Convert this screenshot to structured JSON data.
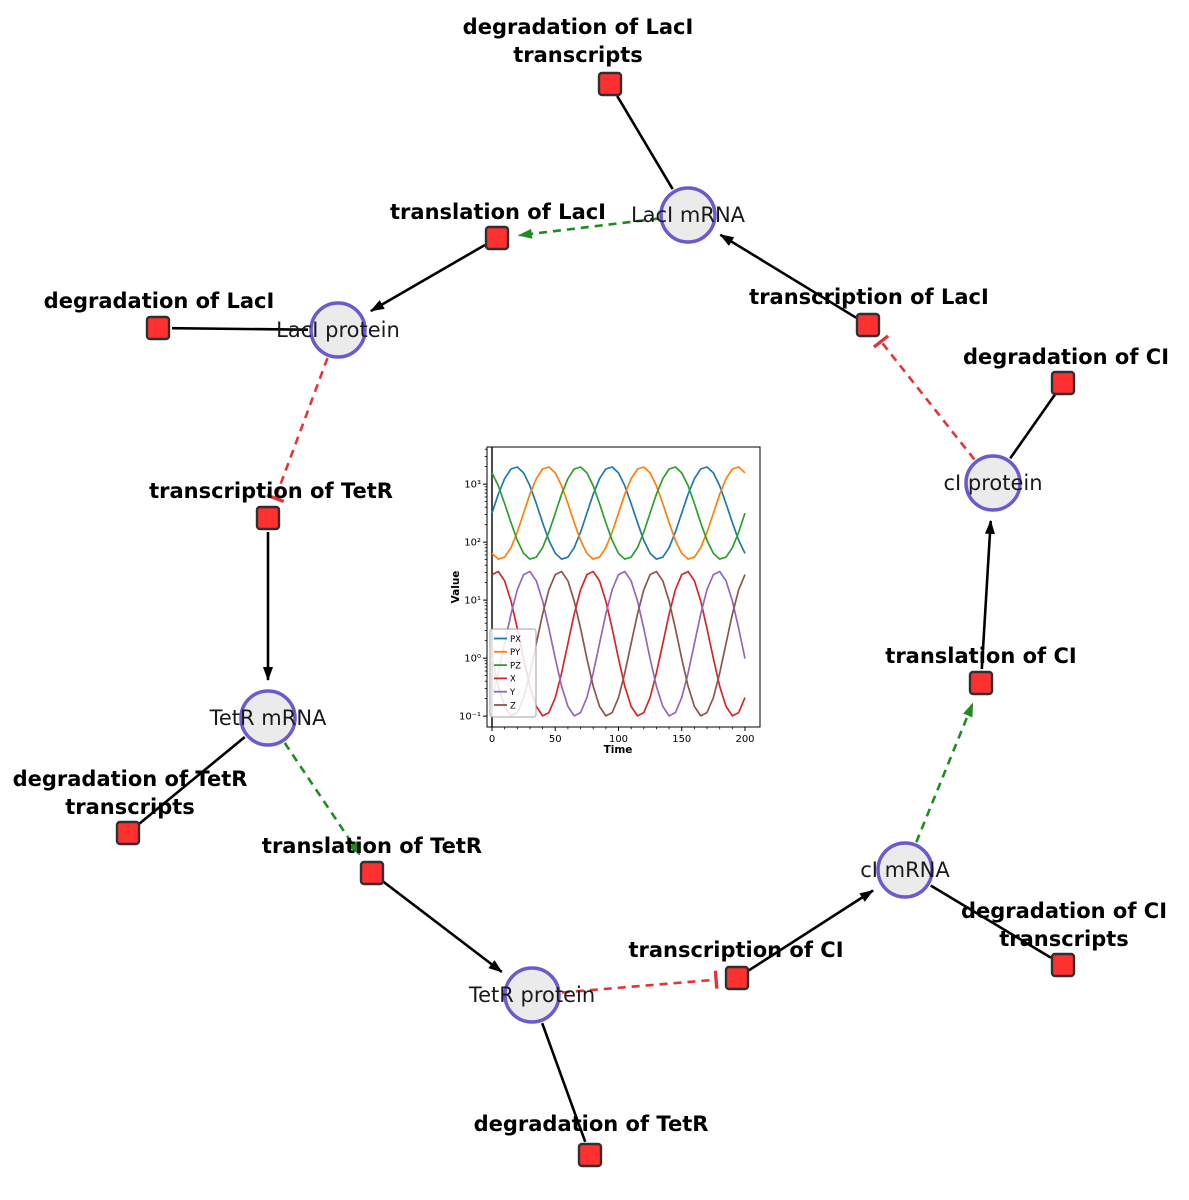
{
  "network": {
    "species": [
      {
        "id": "laci_mrna",
        "label": "LacI mRNA"
      },
      {
        "id": "laci_protein",
        "label": "LacI protein"
      },
      {
        "id": "tetr_mrna",
        "label": "TetR mRNA"
      },
      {
        "id": "tetr_protein",
        "label": "TetR protein"
      },
      {
        "id": "ci_mrna",
        "label": "cI mRNA"
      },
      {
        "id": "ci_protein",
        "label": "cI protein"
      }
    ],
    "reactions": [
      {
        "id": "deg_laci_tx",
        "label_lines": [
          "degradation of LacI",
          "transcripts"
        ]
      },
      {
        "id": "transl_laci",
        "label_lines": [
          "translation of LacI"
        ]
      },
      {
        "id": "deg_laci",
        "label_lines": [
          "degradation of LacI"
        ]
      },
      {
        "id": "tx_laci",
        "label_lines": [
          "transcription of LacI"
        ]
      },
      {
        "id": "deg_ci",
        "label_lines": [
          "degradation of CI"
        ]
      },
      {
        "id": "tx_tetr",
        "label_lines": [
          "transcription of TetR"
        ]
      },
      {
        "id": "transl_ci",
        "label_lines": [
          "translation of CI"
        ]
      },
      {
        "id": "deg_tetr_tx",
        "label_lines": [
          "degradation of TetR",
          "transcripts"
        ]
      },
      {
        "id": "transl_tetr",
        "label_lines": [
          "translation of TetR"
        ]
      },
      {
        "id": "deg_ci_tx",
        "label_lines": [
          "degradation of CI",
          "transcripts"
        ]
      },
      {
        "id": "tx_ci",
        "label_lines": [
          "transcription of CI"
        ]
      },
      {
        "id": "deg_tetr",
        "label_lines": [
          "degradation of TetR"
        ]
      }
    ],
    "edges": [
      {
        "source": "laci_mrna",
        "target": "deg_laci_tx",
        "type": "consumption"
      },
      {
        "source": "tx_laci",
        "target": "laci_mrna",
        "type": "production"
      },
      {
        "source": "laci_mrna",
        "target": "transl_laci",
        "type": "modifier"
      },
      {
        "source": "transl_laci",
        "target": "laci_protein",
        "type": "production"
      },
      {
        "source": "laci_protein",
        "target": "deg_laci",
        "type": "consumption"
      },
      {
        "source": "laci_protein",
        "target": "tx_tetr",
        "type": "inhibition"
      },
      {
        "source": "tx_tetr",
        "target": "tetr_mrna",
        "type": "production"
      },
      {
        "source": "tetr_mrna",
        "target": "transl_tetr",
        "type": "modifier"
      },
      {
        "source": "tetr_mrna",
        "target": "deg_tetr_tx",
        "type": "consumption"
      },
      {
        "source": "transl_tetr",
        "target": "tetr_protein",
        "type": "production"
      },
      {
        "source": "tetr_protein",
        "target": "tx_ci",
        "type": "inhibition"
      },
      {
        "source": "tetr_protein",
        "target": "deg_tetr",
        "type": "consumption"
      },
      {
        "source": "tx_ci",
        "target": "ci_mrna",
        "type": "production"
      },
      {
        "source": "ci_mrna",
        "target": "transl_ci",
        "type": "modifier"
      },
      {
        "source": "ci_mrna",
        "target": "deg_ci_tx",
        "type": "consumption"
      },
      {
        "source": "transl_ci",
        "target": "ci_protein",
        "type": "production"
      },
      {
        "source": "ci_protein",
        "target": "deg_ci",
        "type": "consumption"
      },
      {
        "source": "ci_protein",
        "target": "tx_laci",
        "type": "inhibition"
      }
    ],
    "colors": {
      "species_fill": "#ebebeb",
      "species_stroke": "#6a5acd",
      "reaction_fill": "#ff3030",
      "reaction_stroke": "#303030",
      "edge": "#000000",
      "modifier": "#1e8c1e",
      "inhibition": "#e63333"
    }
  },
  "chart_data": {
    "type": "line",
    "title": "",
    "xlabel": "Time",
    "ylabel": "Value",
    "y_scale": "log",
    "xlim": [
      -4,
      212
    ],
    "ylim": [
      0.065,
      4400
    ],
    "x_ticks": [
      0,
      50,
      100,
      150,
      200
    ],
    "y_ticks": [
      "10⁻¹",
      "10⁰",
      "10¹",
      "10²",
      "10³"
    ],
    "legend_position": "lower left",
    "grid": false,
    "x": [
      0,
      5,
      10,
      15,
      20,
      25,
      30,
      35,
      40,
      45,
      50,
      55,
      60,
      65,
      70,
      75,
      80,
      85,
      90,
      95,
      100,
      105,
      110,
      115,
      120,
      125,
      130,
      135,
      140,
      145,
      150,
      155,
      160,
      165,
      170,
      175,
      180,
      185,
      190,
      195,
      200
    ],
    "series": [
      {
        "name": "PX",
        "color": "#1f77b4",
        "values": [
          316,
          669,
          1242,
          1823,
          1977,
          1559,
          934,
          464,
          216,
          107,
          64,
          51,
          55,
          80,
          149,
          316,
          669,
          1242,
          1823,
          1977,
          1559,
          934,
          464,
          216,
          107,
          64,
          51,
          55,
          80,
          149,
          316,
          669,
          1242,
          1823,
          1977,
          1559,
          934,
          464,
          216,
          107,
          64
        ]
      },
      {
        "name": "PY",
        "color": "#ff7f0e",
        "values": [
          64,
          51,
          55,
          80,
          149,
          316,
          669,
          1242,
          1823,
          1977,
          1559,
          934,
          464,
          216,
          107,
          64,
          51,
          55,
          80,
          149,
          316,
          669,
          1242,
          1823,
          1977,
          1559,
          934,
          464,
          216,
          107,
          64,
          51,
          55,
          80,
          149,
          316,
          669,
          1242,
          1823,
          1977,
          1559
        ]
      },
      {
        "name": "PZ",
        "color": "#2ca02c",
        "values": [
          1559,
          934,
          464,
          216,
          107,
          64,
          51,
          55,
          80,
          149,
          316,
          669,
          1242,
          1823,
          1977,
          1559,
          934,
          464,
          216,
          107,
          64,
          51,
          55,
          80,
          149,
          316,
          669,
          1242,
          1823,
          1977,
          1559,
          934,
          464,
          216,
          107,
          64,
          51,
          55,
          80,
          149,
          316
        ]
      },
      {
        "name": "X",
        "color": "#d62728",
        "values": [
          27.5,
          31.2,
          21.5,
          9.66,
          3.24,
          0.98,
          0.327,
          0.147,
          0.101,
          0.115,
          0.209,
          0.551,
          1.78,
          5.74,
          15.1,
          27.5,
          31.2,
          21.5,
          9.66,
          3.24,
          0.98,
          0.327,
          0.147,
          0.101,
          0.115,
          0.209,
          0.551,
          1.78,
          5.74,
          15.1,
          27.5,
          31.2,
          21.5,
          9.66,
          3.24,
          0.98,
          0.327,
          0.147,
          0.101,
          0.115,
          0.209
        ]
      },
      {
        "name": "Y",
        "color": "#9467bd",
        "values": [
          0.209,
          0.551,
          1.78,
          5.74,
          15.1,
          27.5,
          31.2,
          21.5,
          9.66,
          3.24,
          0.98,
          0.327,
          0.147,
          0.101,
          0.115,
          0.209,
          0.551,
          1.78,
          5.74,
          15.1,
          27.5,
          31.2,
          21.5,
          9.66,
          3.24,
          0.98,
          0.327,
          0.147,
          0.101,
          0.115,
          0.209,
          0.551,
          1.78,
          5.74,
          15.1,
          27.5,
          31.2,
          21.5,
          9.66,
          3.24,
          0.98
        ]
      },
      {
        "name": "Z",
        "color": "#8c564b",
        "values": [
          0.98,
          0.327,
          0.147,
          0.101,
          0.115,
          0.209,
          0.551,
          1.78,
          5.74,
          15.1,
          27.5,
          31.2,
          21.5,
          9.66,
          3.24,
          0.98,
          0.327,
          0.147,
          0.101,
          0.115,
          0.209,
          0.551,
          1.78,
          5.74,
          15.1,
          27.5,
          31.2,
          21.5,
          9.66,
          3.24,
          0.98,
          0.327,
          0.147,
          0.101,
          0.115,
          0.209,
          0.551,
          1.78,
          5.74,
          15.1,
          27.5
        ]
      }
    ]
  }
}
